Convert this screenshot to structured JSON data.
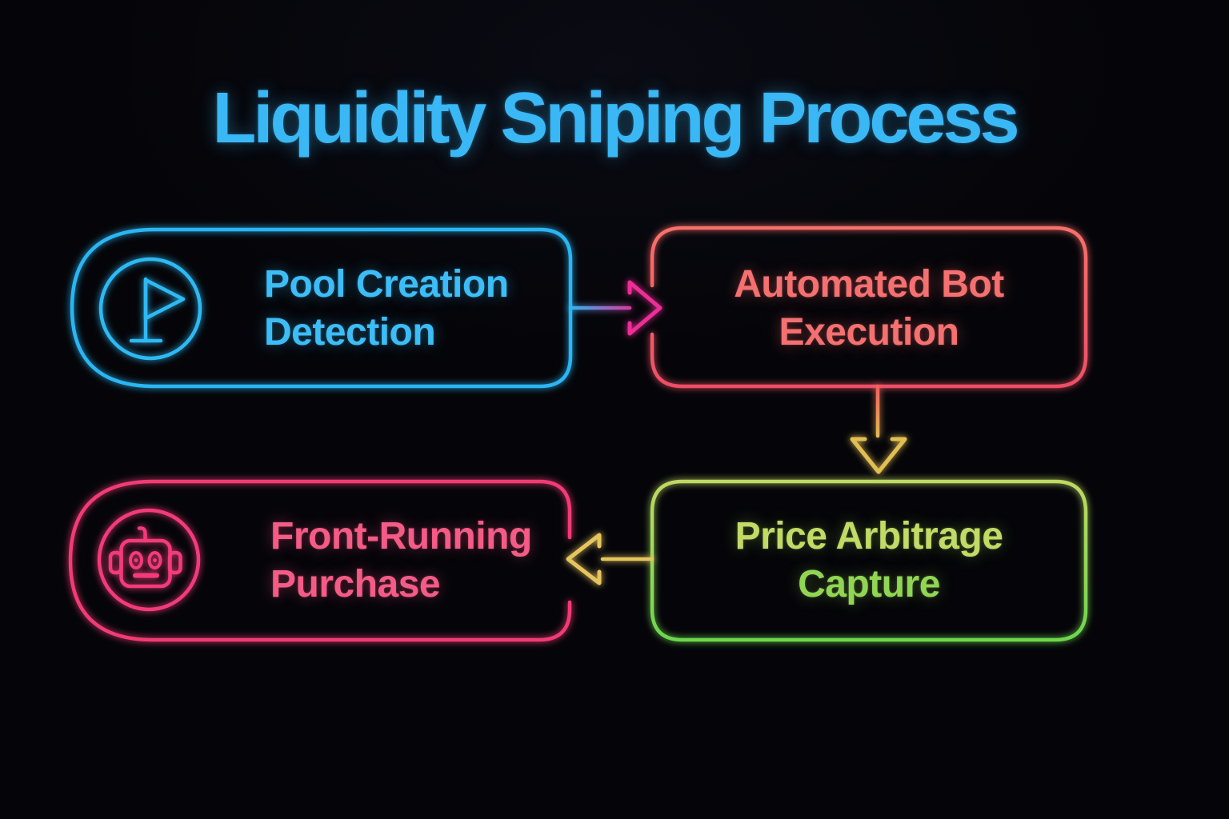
{
  "title": "Liquidity Sniping Process",
  "background": "#050509",
  "title_color": "#3ab7f5",
  "nodes": {
    "pool": {
      "line1": "Pool Creation",
      "line2": "Detection",
      "icon": "flag-icon",
      "color": "#2fb6f3"
    },
    "bot": {
      "line1": "Automated Bot",
      "line2": "Execution",
      "color": "#f45f62"
    },
    "arb": {
      "line1": "Price Arbitrage",
      "line2": "Capture",
      "color": "#9ed757"
    },
    "front": {
      "line1": "Front-Running",
      "line2": "Purchase",
      "icon": "robot-icon",
      "color": "#f23a76"
    }
  },
  "edges": [
    {
      "from": "pool",
      "to": "bot",
      "direction": "right",
      "color_start": "#2fb5f2",
      "color_end": "#ee2d96"
    },
    {
      "from": "bot",
      "to": "arb",
      "direction": "down",
      "color_start": "#f0605d",
      "color_end": "#e2be52"
    },
    {
      "from": "arb",
      "to": "front",
      "direction": "left",
      "color_start": "#e6c55e",
      "color_end": "#e6c55e"
    }
  ]
}
